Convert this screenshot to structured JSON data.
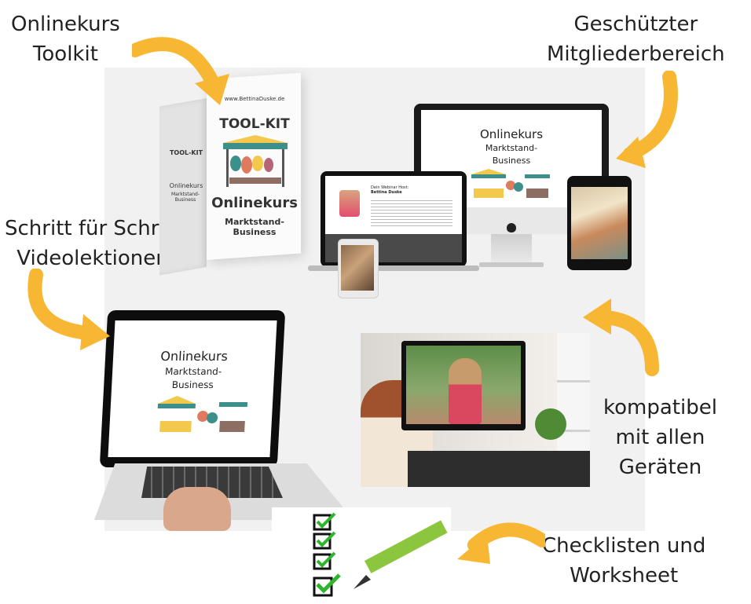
{
  "callouts": {
    "toolkit": [
      "Onlinekurs",
      "Toolkit"
    ],
    "members": [
      "Geschützter",
      "Mitgliederbereich"
    ],
    "videos": [
      "Schritt für Schritt",
      "Videolektionen"
    ],
    "devices": [
      "kompatibel",
      "mit allen",
      "Geräten"
    ],
    "checklists": [
      "Checklisten und",
      "Worksheet"
    ]
  },
  "toolkit_box": {
    "url": "www.BettinaDuske.de",
    "title": "TOOL-KIT",
    "course": "Onlinekurs",
    "subtitle": "Marktstand-Business",
    "side_title": "TOOL-KIT",
    "side_course": "Onlinekurs",
    "side_subtitle": "Marktstand-Business"
  },
  "monitor_screen": {
    "line1": "Onlinekurs",
    "line2": "Marktstand-",
    "line3": "Business"
  },
  "laptop_small_screen": {
    "heading": "Dein Webinar Host:",
    "name": "Bettina Duske"
  },
  "laptop_big_screen": {
    "line1": "Onlinekurs",
    "line2": "Marktstand-",
    "line3": "Business"
  },
  "colors": {
    "arrow": "#f7b733",
    "stall_teal": "#3c8f8b",
    "stall_yellow": "#f2c94c",
    "check_green": "#2db52d",
    "pen_green": "#8cc63f"
  }
}
